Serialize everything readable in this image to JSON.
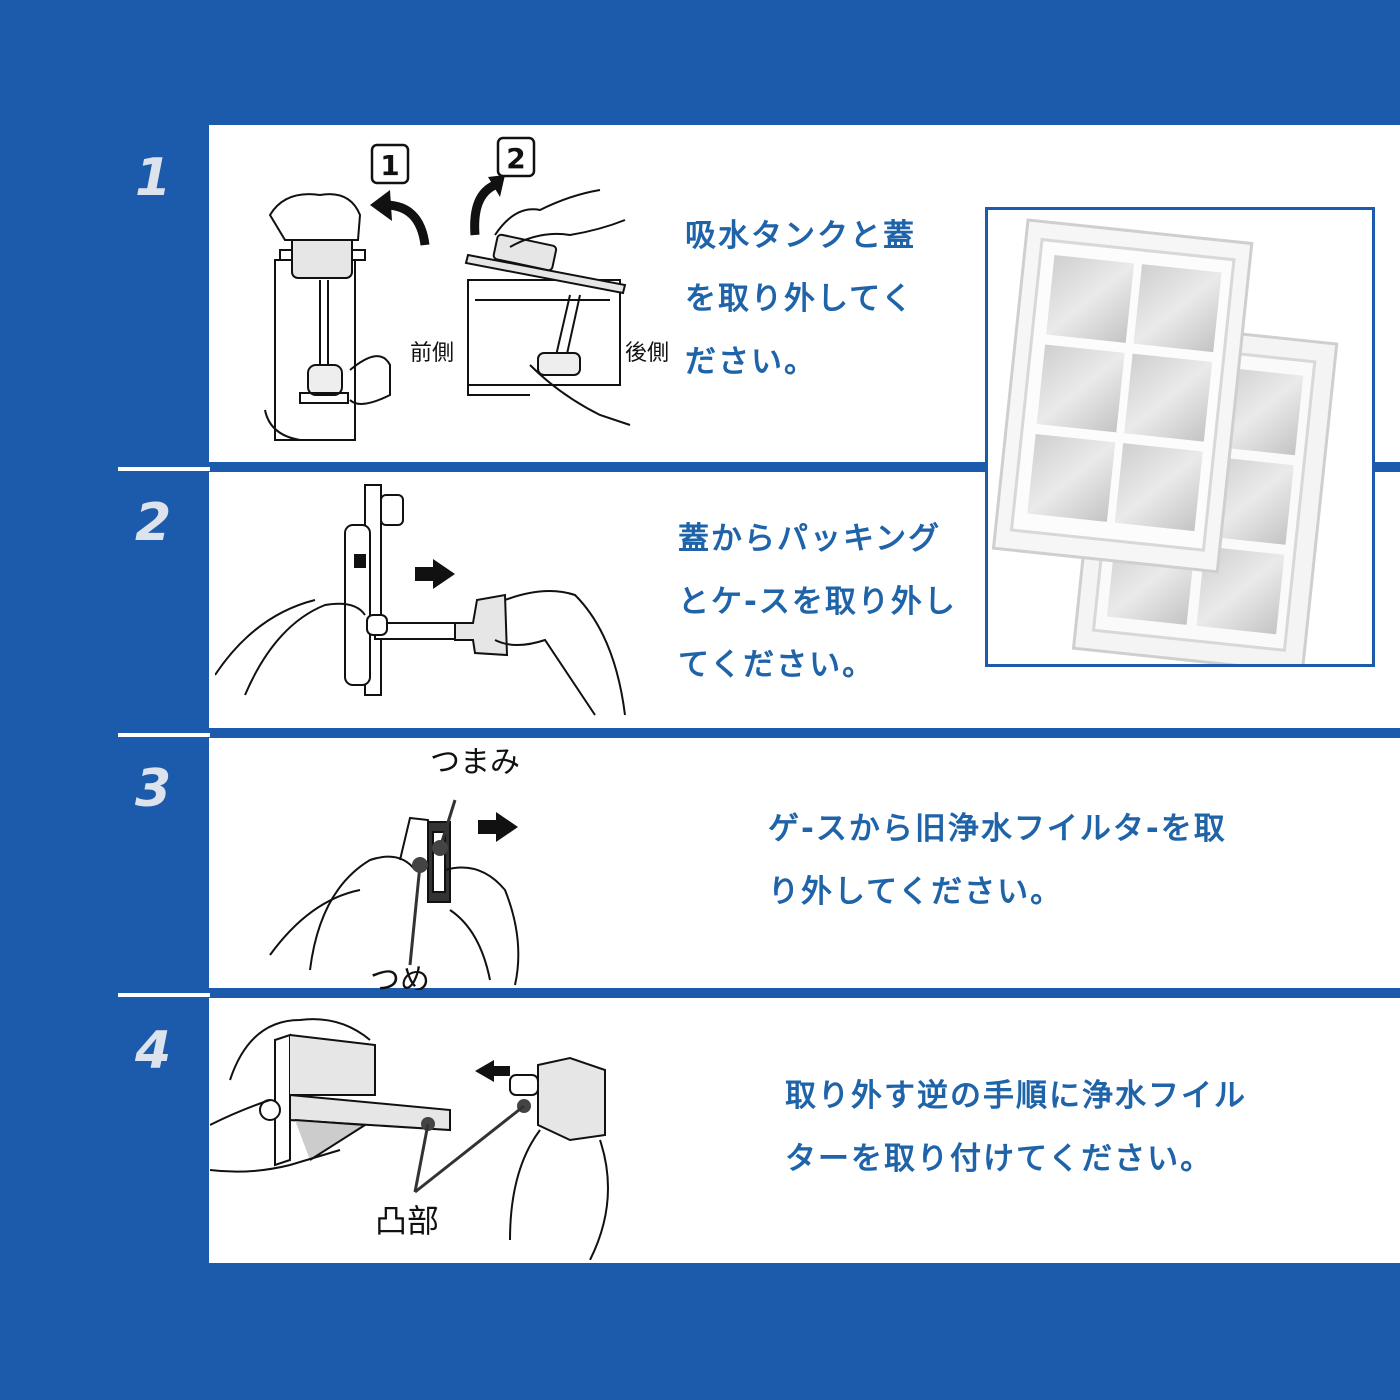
{
  "colors": {
    "background": "#1c5aab",
    "instruction_text": "#1f63a8",
    "step_number": "#dde3ec",
    "panel": "#ffffff"
  },
  "steps": [
    {
      "number": "1",
      "instruction_lines": [
        "吸水タンクと蓋",
        "を取り外してく",
        "ださい。"
      ],
      "illustration": {
        "callouts": [
          "1",
          "2"
        ],
        "labels": [
          "前側",
          "後側"
        ]
      }
    },
    {
      "number": "2",
      "instruction_lines": [
        "蓋からパッキング",
        "とケ-スを取り外し",
        "てください。"
      ],
      "illustration": {
        "labels": []
      }
    },
    {
      "number": "3",
      "instruction_lines": [
        "ゲ-スから旧浄水フイルタ-を取",
        "り外してください。"
      ],
      "illustration": {
        "labels": [
          "つまみ",
          "つめ"
        ]
      }
    },
    {
      "number": "4",
      "instruction_lines": [
        "取り外す逆の手順に浄水フイル",
        "ターを取り付けてください。"
      ],
      "illustration": {
        "labels": [
          "凸部"
        ]
      }
    }
  ],
  "product_photo": {
    "subject": "filter-cartridges"
  }
}
